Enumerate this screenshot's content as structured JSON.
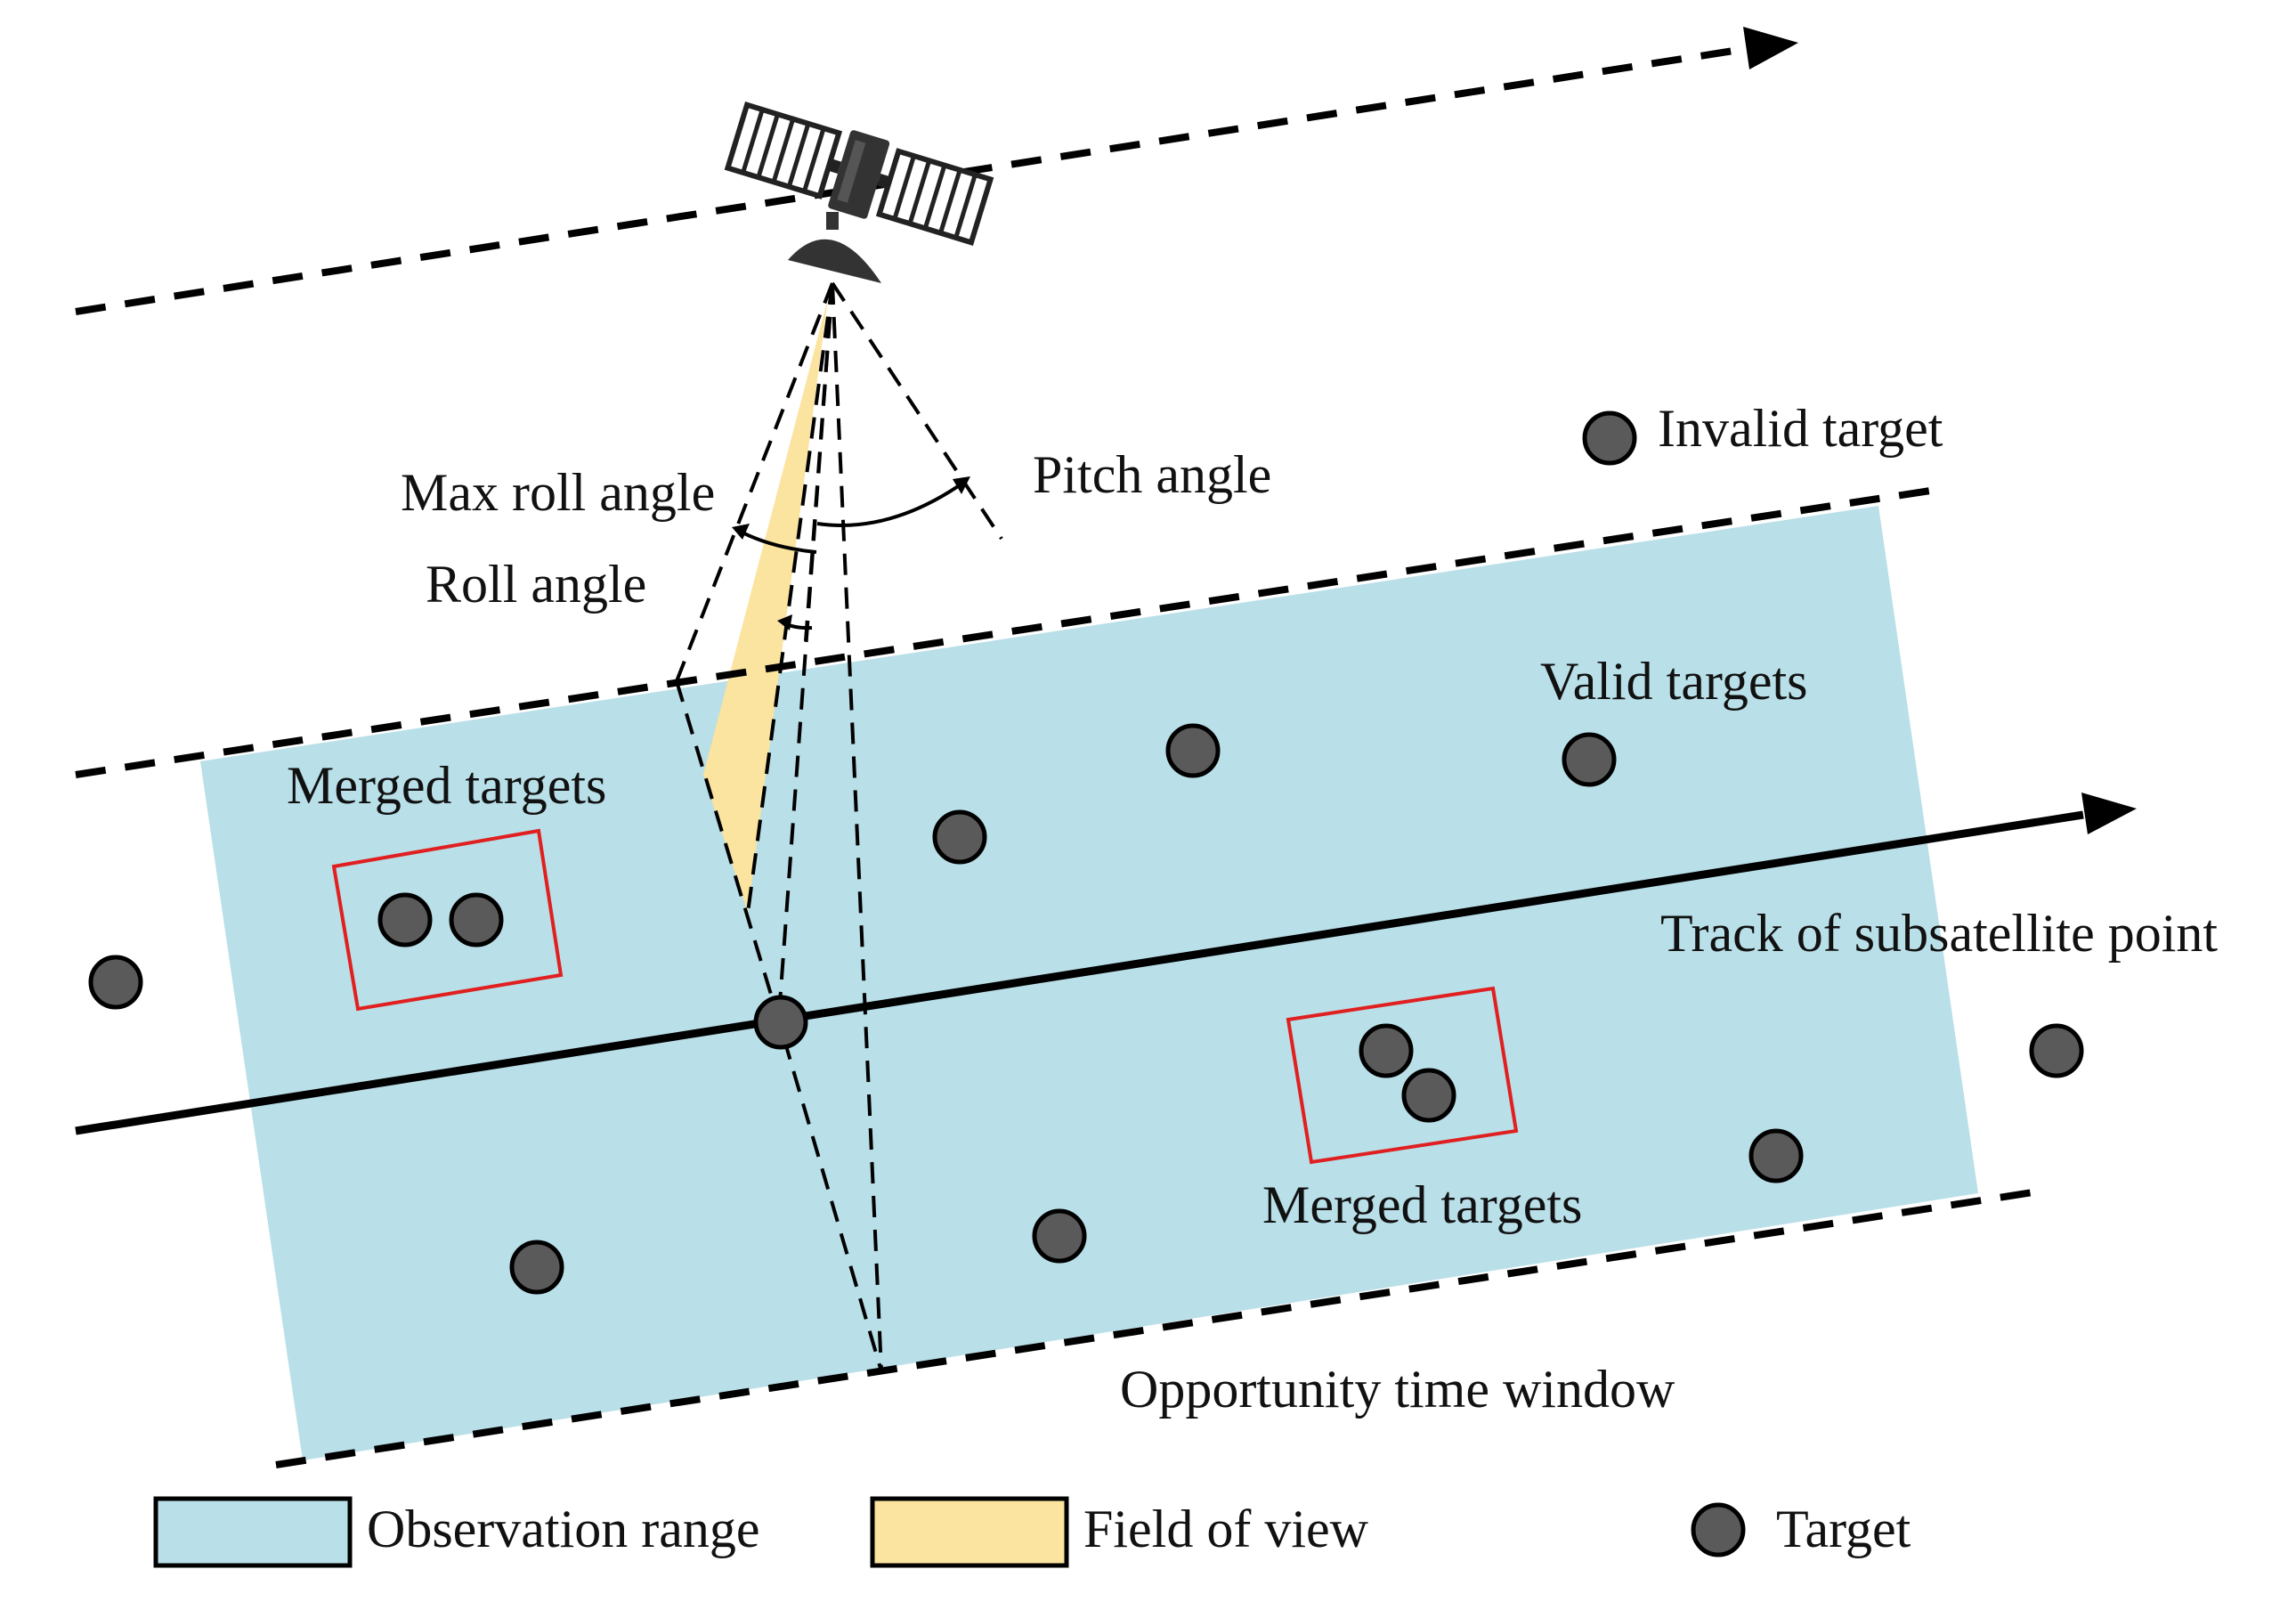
{
  "labels": {
    "max_roll_angle": "Max roll angle",
    "roll_angle": "Roll angle",
    "pitch_angle": "Pitch angle",
    "invalid_target": "Invalid target",
    "valid_targets": "Valid targets",
    "merged_targets_left": "Merged targets",
    "merged_targets_right": "Merged targets",
    "track": "Track of subsatellite point",
    "opportunity_window": "Opportunity time window"
  },
  "legend": {
    "observation_range": "Observation range",
    "field_of_view": "Field of view",
    "target": "Target"
  },
  "colors": {
    "observation_range": "#b9dfe8",
    "field_of_view": "#fbe3a0",
    "target": "#5a5a5a",
    "merge_box": "#e02020",
    "ink": "#000000"
  },
  "icons": [
    "satellite-icon"
  ]
}
